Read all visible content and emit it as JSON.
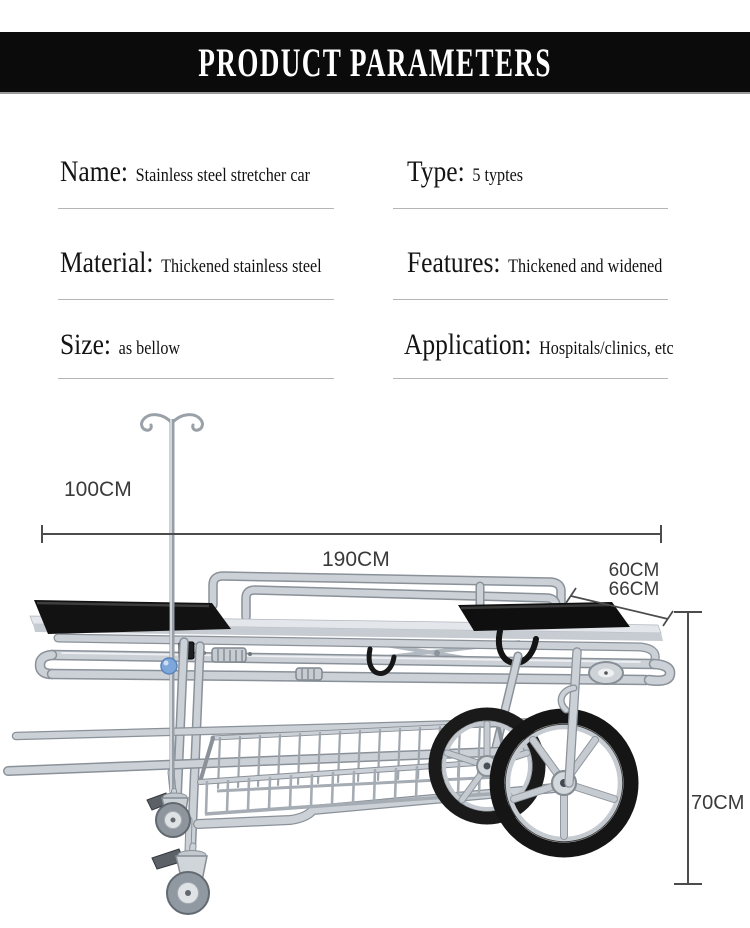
{
  "header": {
    "title": "PRODUCT PARAMETERS"
  },
  "specs": {
    "name": {
      "label": "Name:",
      "value": "Stainless steel stretcher car"
    },
    "type": {
      "label": "Type:",
      "value": "5 typtes"
    },
    "material": {
      "label": "Material:",
      "value": "Thickened stainless steel"
    },
    "features": {
      "label": "Features:",
      "value": "Thickened and widened"
    },
    "size": {
      "label": "Size:",
      "value": "as bellow"
    },
    "application": {
      "label": "Application:",
      "value": "Hospitals/clinics, etc"
    }
  },
  "dimensions": {
    "pole_height": "100CM",
    "bed_length": "190CM",
    "bed_width": "60CM",
    "overall_width": "66CM",
    "bed_height": "70CM"
  },
  "colors": {
    "header_bg": "#0b0b0b",
    "header_text": "#ffffff",
    "divider": "#b5b5b5",
    "dimension_text": "#3a3a3a",
    "dimension_line": "#4c4c4c",
    "metal": "#ccd1d7",
    "mattress": "#121212",
    "tire": "#1a1a1a"
  }
}
